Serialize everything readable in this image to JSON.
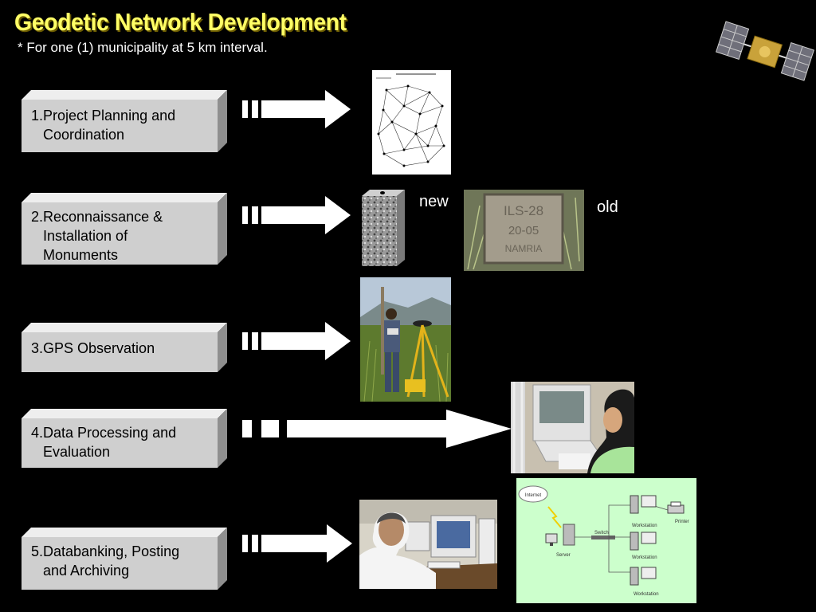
{
  "header": {
    "title": "Geodetic Network Development",
    "subtitle": "* For one (1) municipality at 5 km interval."
  },
  "steps": [
    {
      "label": "1.Project Planning and\n   Coordination"
    },
    {
      "label": "2.Reconnaissance &\n   Installation of\n   Monuments"
    },
    {
      "label": "3.GPS Observation"
    },
    {
      "label": "4.Data Processing and\n   Evaluation"
    },
    {
      "label": "5.Databanking, Posting\n   and Archiving"
    }
  ],
  "captions": {
    "new": "new",
    "old": "old"
  },
  "monument": {
    "line1": "ILS-28",
    "line2": "20-05",
    "line3": "NAMRIA"
  },
  "network": {
    "internet": "Internet",
    "switch": "Switch",
    "server": "Server",
    "printer": "Printer",
    "workstation": "Workstation"
  },
  "colors": {
    "title": "#ffff66",
    "background": "#000000",
    "step_box": "#cfcfcf",
    "network_bg": "#ccffcc"
  }
}
